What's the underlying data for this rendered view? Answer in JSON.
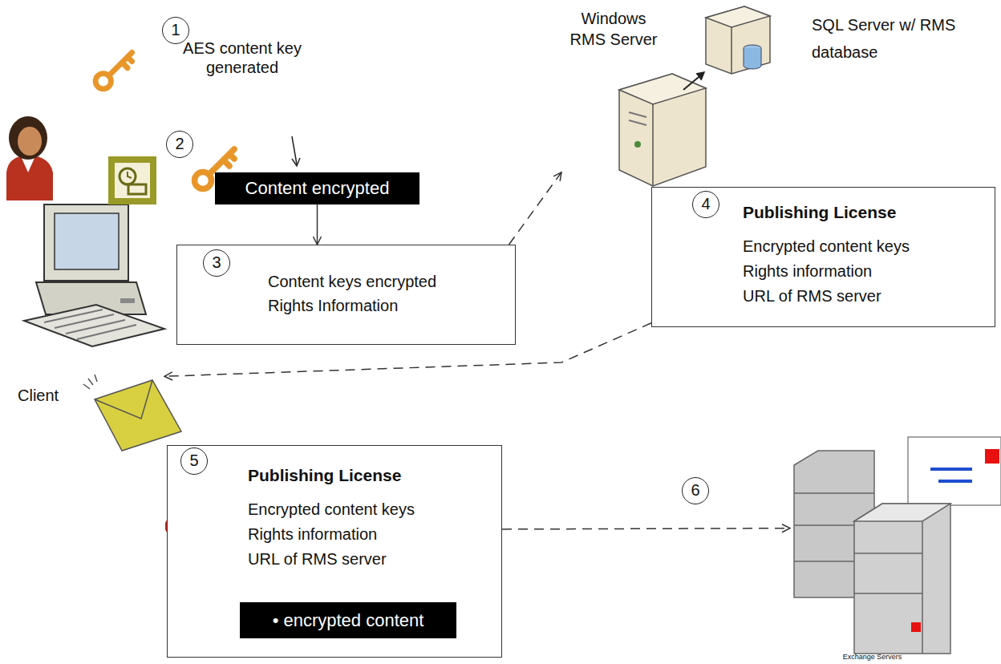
{
  "diagram": {
    "nodes": [
      {
        "text": [
          "Content encrypted"
        ]
      },
      {
        "text": [
          "Content keys encrypted",
          "Rights Information"
        ]
      },
      {
        "text": [
          "Windows RMS Server"
        ]
      },
      {
        "text": [
          "Publishing License",
          "Encrypted content keys",
          "Rights information",
          "URL of RMS server"
        ]
      },
      {
        "text": [
          "Client"
        ]
      },
      {
        "text": [
          "Publishing License",
          "Encrypted content keys",
          "Rights information",
          "URL of RMS server"
        ]
      },
      {
        "text": [
          "• encrypted content"
        ],
        "in": 5
      },
      {
        "text": [
          "Exchange Servers"
        ]
      }
    ],
    "edges": [
      {
        "from": 0,
        "to": 1,
        "arrow": "to"
      },
      {
        "from": 1,
        "to": 2,
        "arrow": "to"
      },
      {
        "from": 3,
        "to": 4,
        "arrow": "to"
      },
      {
        "from": 5,
        "to": 7,
        "arrow": "to"
      }
    ],
    "labels": [
      "1",
      "AES content key generated",
      "SQL Server w/ RMS database",
      "2",
      "3",
      "4",
      "5",
      "6"
    ]
  }
}
